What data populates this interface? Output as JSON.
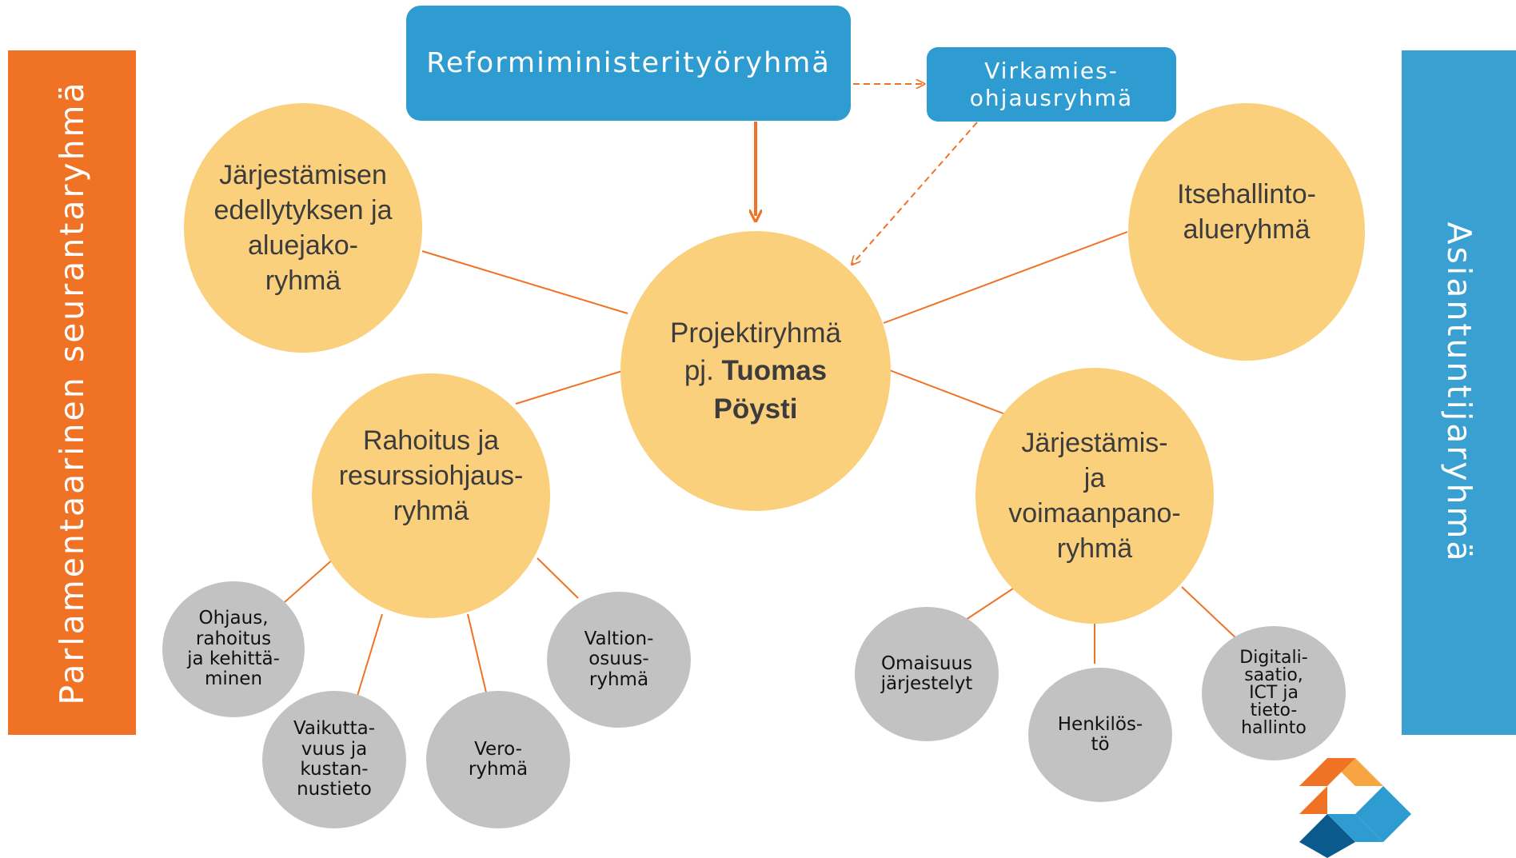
{
  "left_bar": {
    "label": "Parlamentaarinen seurantaryhmä",
    "color": "#f07225"
  },
  "right_bar": {
    "label": "Asiantuntijaryhmä",
    "color": "#3aa0d2"
  },
  "top_box": {
    "label": "Reformiministerityöryhmä"
  },
  "side_box": {
    "label": "Virkamies-\nohjausryhmä"
  },
  "center": {
    "line1": "Projektiryhmä",
    "prefix": "pj. ",
    "name": "Tuomas",
    "name2": "Pöysti"
  },
  "groups": {
    "jarjestamisen": "Järjestämisen\nedellytyksen ja\naluejako-\nryhmä",
    "itsehallinto": "Itsehallinto-\nalueryhmä",
    "rahoitus": "Rahoitus ja\nresurssiohjaus-\nryhmä",
    "voimaanpano": "Järjestämis-\nja\nvoimaanpano-\nryhmä"
  },
  "subgroups": {
    "ohjaus": "Ohjaus,\nrahoitus\nja kehittä-\nminen",
    "vaikuttavuus": "Vaikutta-\nvuus ja\nkustan-\nnustieto",
    "vero": "Vero-\nryhmä",
    "valtionosuus": "Valtion-\nosuus-\nryhmä",
    "omaisuus": "Omaisuus\njärjestelyt",
    "henkilosto": "Henkilös-\ntö",
    "digitalisaatio": "Digitali-\nsaatio,\nICT ja\ntieto-\nhallinto"
  },
  "colors": {
    "orange": "#f07225",
    "blue": "#2e9bd1",
    "yellow": "#fad07d",
    "grey": "#c2c2c2"
  }
}
